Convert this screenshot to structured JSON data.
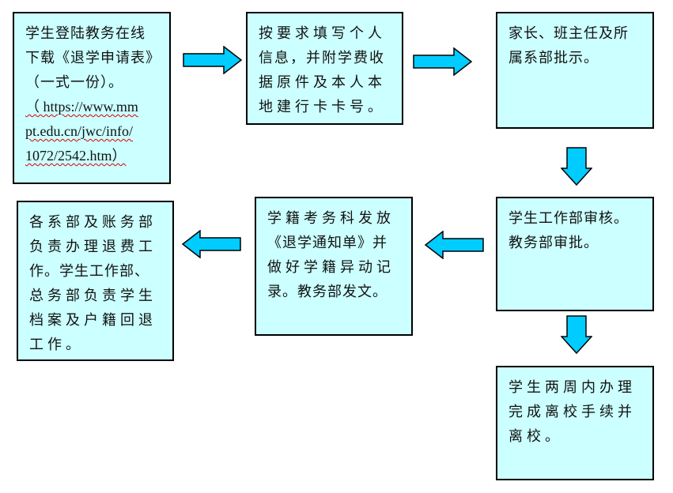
{
  "colors": {
    "box_fill": "#ccffff",
    "arrow_fill": "#00ccff",
    "border": "#000000"
  },
  "steps": [
    {
      "lines": [
        "学生登陆教务在线",
        "下载《退学申请表》",
        "（一式一份）。",
        "（ https://www.mm",
        "pt.edu.cn/jwc/info/",
        "1072/2542.htm）"
      ]
    },
    {
      "lines": [
        "按要求填写个人",
        "信息，并附学费收",
        "据原件及本人本",
        "地建行卡卡号。"
      ]
    },
    {
      "lines": [
        "家长、班主任及所",
        "属系部批示。"
      ]
    },
    {
      "lines": [
        "学生工作部审核。",
        "教务部审批。"
      ]
    },
    {
      "lines": [
        "学籍考务科发放",
        "《退学通知单》并",
        "做好学籍异动记",
        "录。教务部发文。"
      ]
    },
    {
      "lines": [
        "各系部及账务部",
        "负责办理退费工",
        "作。学生工作部、",
        "总务部负责学生",
        "档案及户籍回退",
        "工作。"
      ]
    },
    {
      "lines": [
        "学生两周内办理",
        "完成离校手续并",
        "离校。"
      ]
    }
  ],
  "arrows": [
    "right",
    "right",
    "down",
    "down",
    "left",
    "left"
  ]
}
